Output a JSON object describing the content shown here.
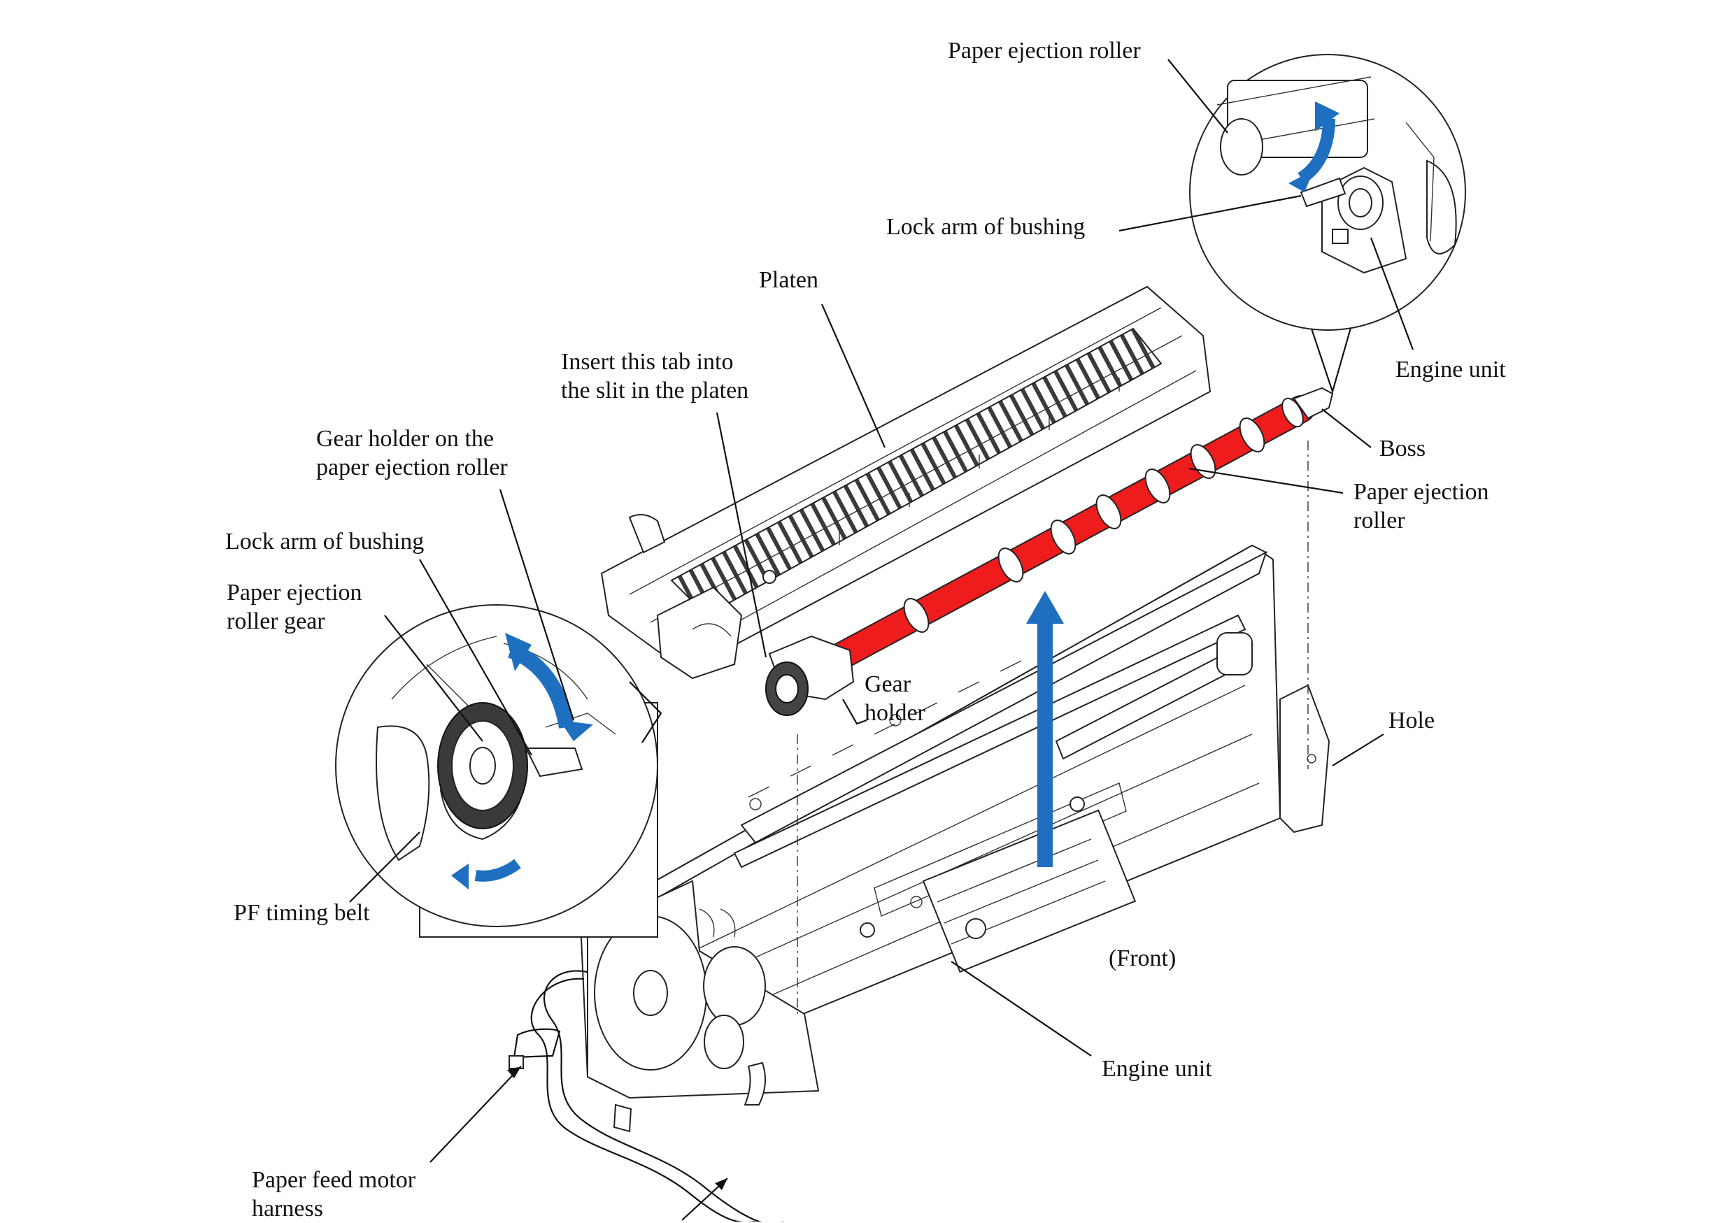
{
  "colors": {
    "arrow_blue": "#1e6fbf",
    "roller_red": "#ee1c1c",
    "ink": "#111111"
  },
  "labels": {
    "inset_top_roller": "Paper ejection roller",
    "inset_top_lock": "Lock arm of bushing",
    "inset_top_engine": "Engine unit",
    "platen": "Platen",
    "insert_tab_1": "Insert this tab into",
    "insert_tab_2": "the slit in the platen",
    "gear_holder_on_1": "Gear holder on the",
    "gear_holder_on_2": "paper ejection roller",
    "lock_arm_left": "Lock arm of bushing",
    "roller_gear_1": "Paper ejection",
    "roller_gear_2": "roller gear",
    "pf_timing_belt": "PF timing belt",
    "boss": "Boss",
    "paper_ejection_roller_1": "Paper ejection",
    "paper_ejection_roller_2": "roller",
    "gear_holder_1": "Gear",
    "gear_holder_2": "holder",
    "hole": "Hole",
    "front": "(Front)",
    "engine_unit": "Engine unit",
    "motor_harness_1": "Paper feed motor",
    "motor_harness_2": "harness"
  }
}
